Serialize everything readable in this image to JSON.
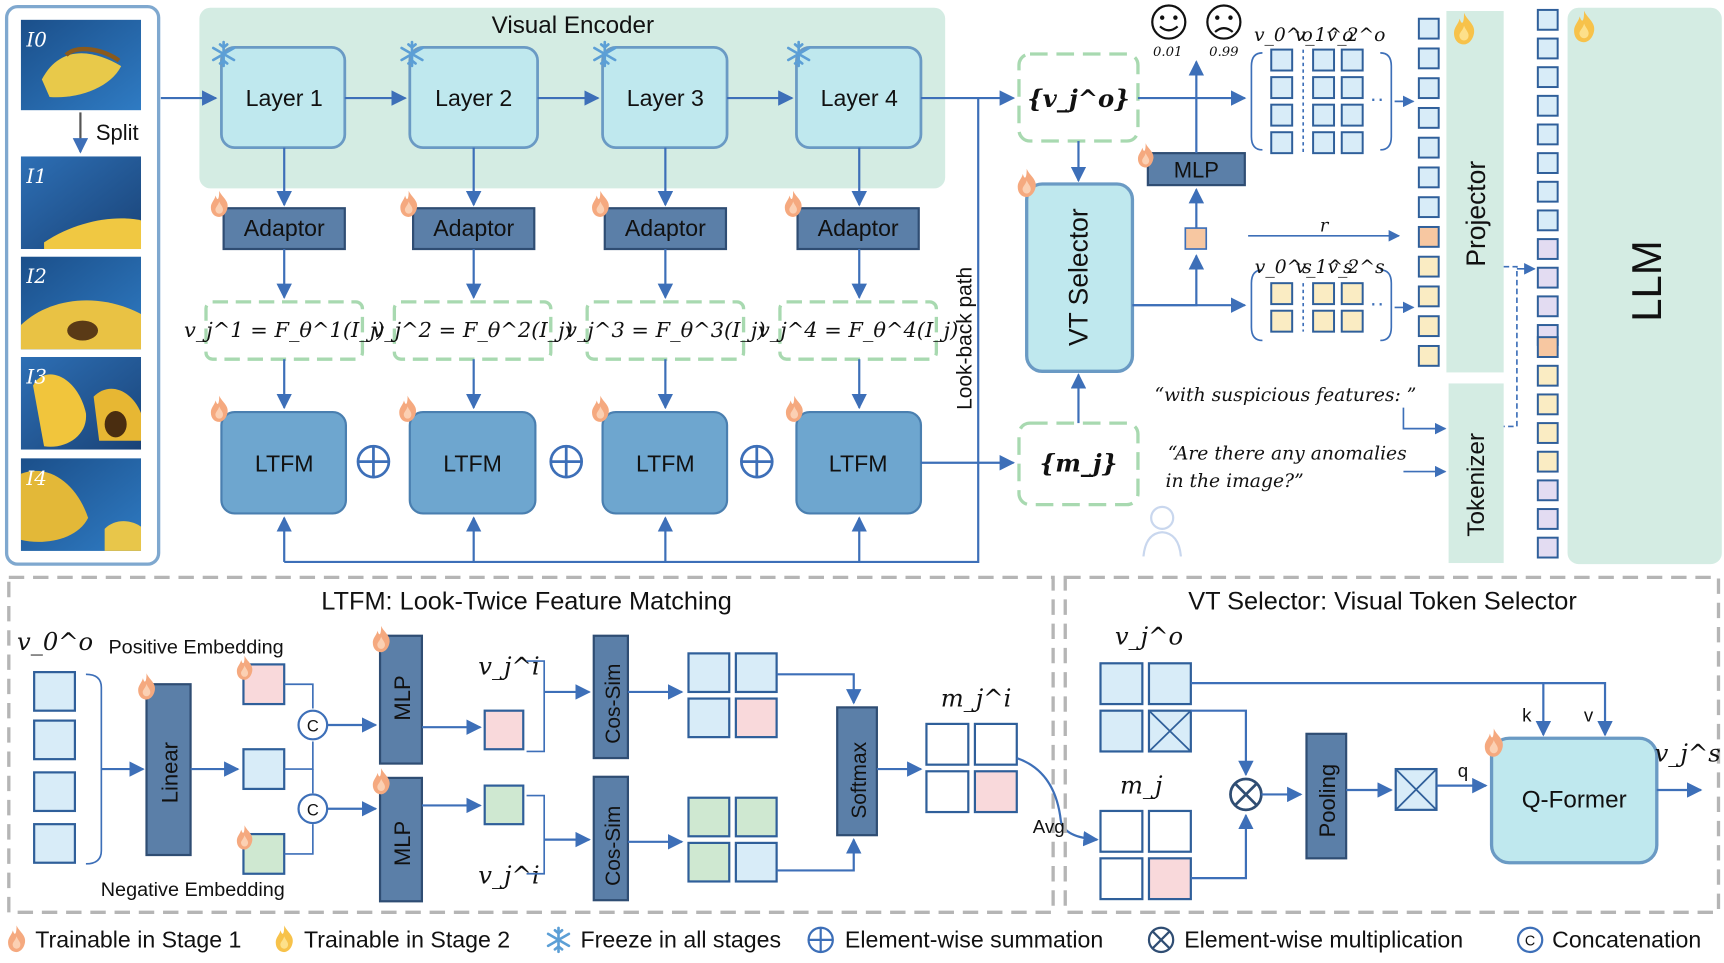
{
  "colors": {
    "encoder_panel": "#d4ece3",
    "layer_fill": "#bfe8ee",
    "layer_stroke": "#6a9ac4",
    "dark_blue_fill": "#5b7fa8",
    "dark_blue_stroke": "#2f4d73",
    "ltfm_fill": "#6ea6cf",
    "arrow": "#3d6fb8",
    "dashed_green": "#a8d9b0",
    "token_blue": "#d8ecf8",
    "token_orange": "#f7c7a1",
    "token_yellow": "#faecc3",
    "token_purple": "#e3dcf2",
    "pink": "#f9d9db",
    "green": "#cfe8d1",
    "panel_dashed": "#b5b5b5"
  },
  "inputs": {
    "images": [
      "I0",
      "I1",
      "I2",
      "I3",
      "I4"
    ],
    "split_label": "Split"
  },
  "encoder": {
    "title": "Visual Encoder",
    "layers": [
      "Layer 1",
      "Layer 2",
      "Layer 3",
      "Layer 4"
    ],
    "adaptor_label": "Adaptor",
    "features": [
      "v_j^1 = F_θ^1(I_j)",
      "v_j^2 = F_θ^2(I_j)",
      "v_j^3 = F_θ^3(I_j)",
      "v_j^4 = F_θ^4(I_j)"
    ],
    "ltfm_label": "LTFM",
    "lookback_label": "Look-back path"
  },
  "middle": {
    "vjo_label": "{v_j^o}",
    "mj_label": "{m_j}",
    "vt_selector_label": "VT Selector",
    "mlp_label": "MLP",
    "score_happy": "0.01",
    "score_sad": "0.99",
    "r_label": "r",
    "v0o": "v_0^o",
    "v1o": "v_1^o",
    "v2o": "v_2^o",
    "v0s": "v_0^s",
    "v1s": "v_1^s",
    "v2s": "v_2^s",
    "prompt_1": "“with suspicious features: ”",
    "prompt_2": "“Are there any anomalies",
    "prompt_3": "in the image?”"
  },
  "right": {
    "projector_label": "Projector",
    "tokenizer_label": "Tokenizer",
    "llm_label": "LLM"
  },
  "ltfm_panel": {
    "title": "LTFM: Look-Twice Feature Matching",
    "v0o": "v_0^o",
    "positive": "Positive Embedding",
    "negative": "Negative Embedding",
    "linear": "Linear",
    "concat": "C",
    "mlp": "MLP",
    "vji": "v_j^i",
    "cossim": "Cos-Sim",
    "softmax": "Softmax",
    "mji": "m_j^i",
    "avg": "Avg"
  },
  "vts_panel": {
    "title": "VT Selector: Visual Token Selector",
    "vjo": "v_j^o",
    "mj": "m_j",
    "pooling": "Pooling",
    "k": "k",
    "v": "v",
    "q": "q",
    "qformer": "Q-Former",
    "vjs": "v_j^s"
  },
  "legend": {
    "stage1": "Trainable in Stage 1",
    "stage2": "Trainable in Stage 2",
    "freeze": "Freeze in all stages",
    "sum": "Element-wise summation",
    "mult": "Element-wise multiplication",
    "concat": "Concatenation"
  }
}
